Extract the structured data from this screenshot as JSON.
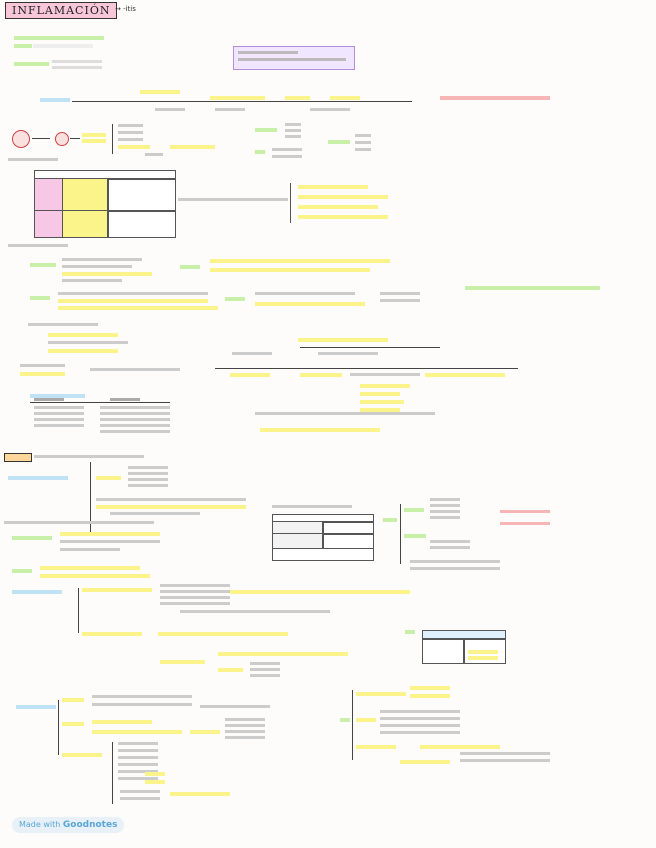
{
  "header": {
    "title": "INFLAMACIÓN",
    "suffix": "→ -itis"
  },
  "footer": {
    "made_with": "Made with",
    "brand": "Goodnotes"
  }
}
